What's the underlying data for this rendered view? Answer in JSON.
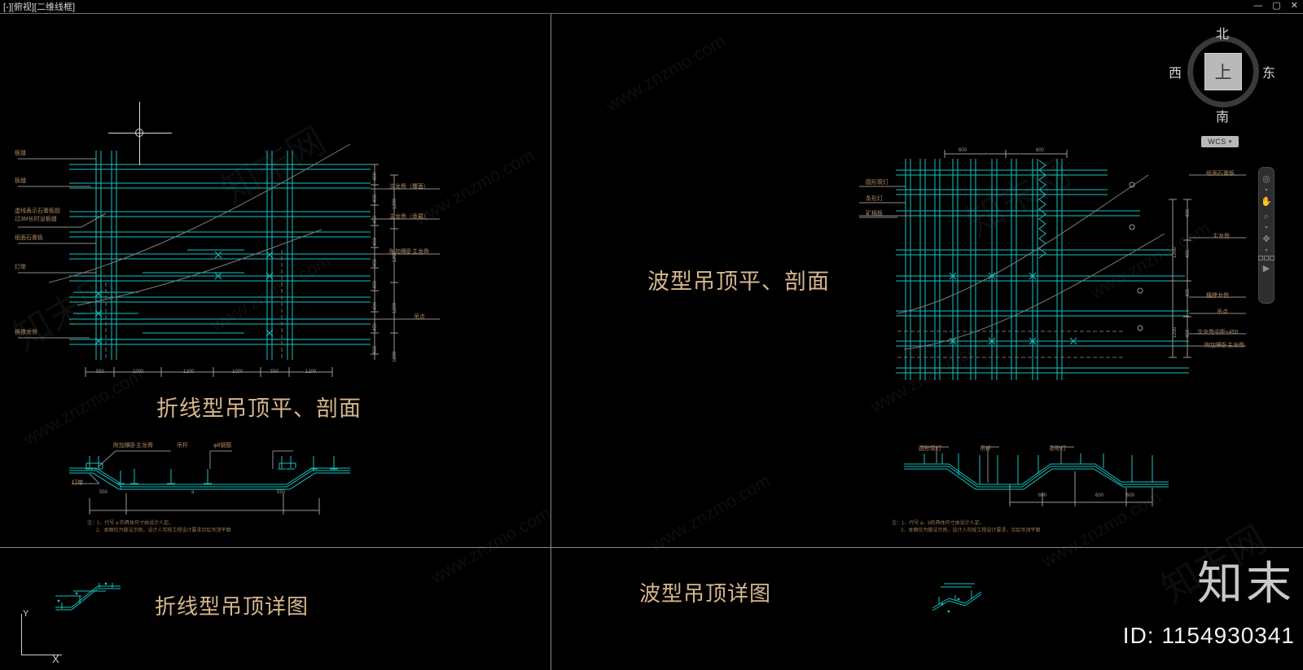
{
  "window": {
    "viewport_label": "[-][俯视][二维线框]",
    "minimize": "—",
    "maximize": "▢",
    "close": "✕"
  },
  "viewcube": {
    "north": "北",
    "south": "南",
    "west": "西",
    "east": "东",
    "top": "上",
    "wcs": "WCS",
    "wcs_caret": "▾"
  },
  "navbar": {
    "steering_wheel": "◎",
    "pan": "✋",
    "zoom": "⌕",
    "orbit": "✥",
    "caret": "▾",
    "play": "▶"
  },
  "ucs": {
    "y": "Y",
    "x": "X"
  },
  "left_plan": {
    "title": "折线型吊顶平、剖面",
    "labels_left": [
      "板缝",
      "板缝",
      "虚线表示石膏板超",
      "过3M长时设板缝",
      "纸面石膏板",
      "灯带",
      "横撑龙骨"
    ],
    "labels_right": [
      "次龙骨（覆面）",
      "主龙骨（承载）",
      "附加横卧主龙骨",
      "吊点"
    ],
    "dims_bottom": [
      "550",
      "1000",
      "1200",
      "1000",
      "550",
      "1200"
    ],
    "dims_right_small": [
      "400",
      "400",
      "400",
      "400",
      "400",
      "400",
      "400",
      "400",
      "400"
    ],
    "dims_right_chain": [
      "1200",
      "1200",
      "1200",
      "1200"
    ]
  },
  "left_section": {
    "labels": [
      "附加横卧主龙骨",
      "吊杆",
      "φ8钢筋",
      "灯带"
    ],
    "dims": [
      "550",
      "a",
      "550"
    ]
  },
  "left_notes": [
    "注：1、代号 a 的具体尺寸由设计人定。",
    "2、本图仅为做法示例，设计人可按工程设计要求另绘吊顶平面"
  ],
  "right_plan": {
    "title": "波型吊顶平、剖面",
    "labels_left": [
      "圆形筒灯",
      "条形灯",
      "矿棉板"
    ],
    "labels_right": [
      "纸面石膏板",
      "主龙骨",
      "横撑龙骨",
      "吊点",
      "次龙骨中距≤450",
      "附加横卧主龙骨"
    ],
    "dims_top": [
      "600",
      "600"
    ],
    "dims_right_small": [
      "400",
      "400",
      "400",
      "400"
    ],
    "dims_right_chain": [
      "1200",
      "1200"
    ]
  },
  "right_section": {
    "labels": [
      "圆形筒灯",
      "吊杆",
      "条形灯"
    ],
    "dims": [
      "600",
      "600",
      "600"
    ]
  },
  "right_notes": [
    "注：1、代号 a、b的具体尺寸由设计人定。",
    "2、本图仅为做法示例，设计人可按工程设计要求，另绘吊顶平面"
  ],
  "bottom_left": {
    "title": "折线型吊顶详图"
  },
  "bottom_right": {
    "title": "波型吊顶详图"
  },
  "brand": {
    "name": "知末",
    "id": "ID: 1154930341"
  },
  "watermark": {
    "url": "www.znzmo.com",
    "cn": "知末网"
  },
  "colors": {
    "background": "#000000",
    "geometry_cyan": "#16c2c2",
    "annotation_tan": "#b08a62",
    "title_tan": "#d6b68d",
    "dim_gray": "#9a9a9a",
    "ui_gray": "#b8b8b8"
  }
}
